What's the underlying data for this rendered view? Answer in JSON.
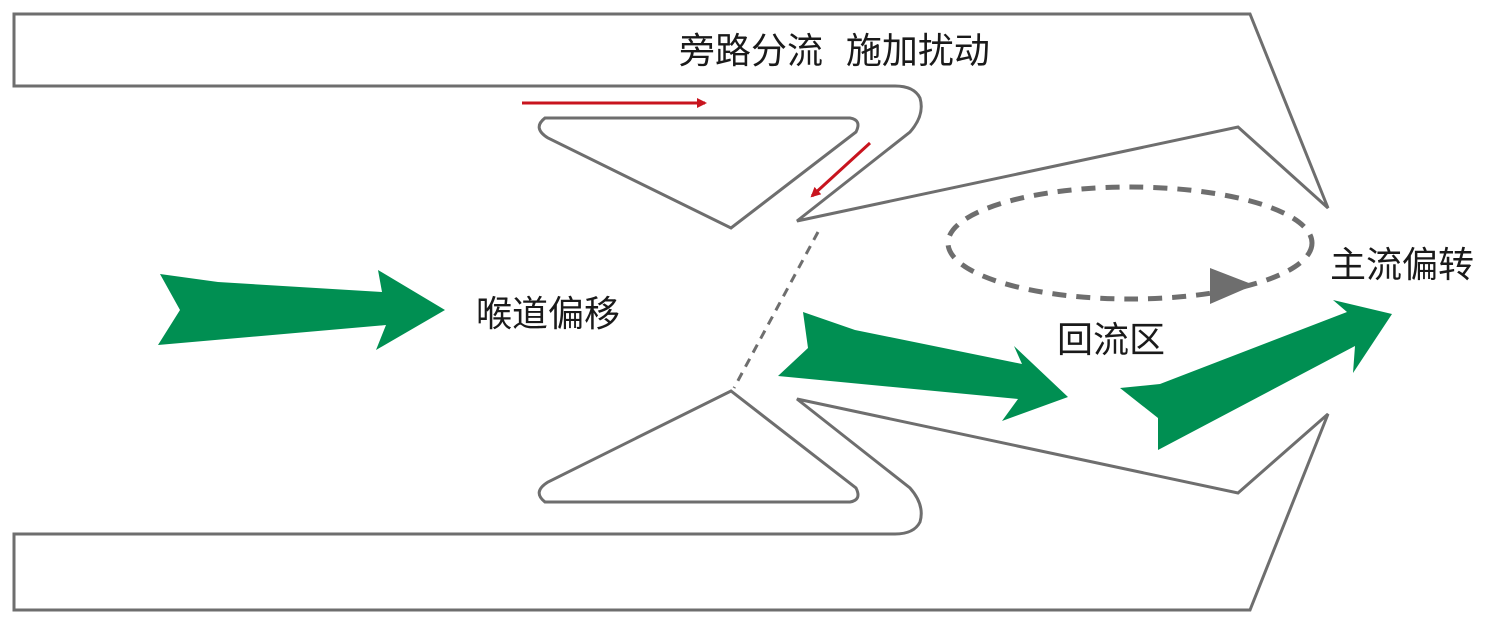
{
  "labels": {
    "bypass_disturbance": "旁路分流  施加扰动",
    "throat_offset": "喉道偏移",
    "main_flow_deflection": "主流偏转",
    "recirculation_zone": "回流区"
  },
  "colors": {
    "outline": "#6e6e6e",
    "flow_arrow": "#008f52",
    "bypass_arrow": "#c8141e",
    "recirculation": "#6e6e6e",
    "text": "#1a1a1a"
  }
}
